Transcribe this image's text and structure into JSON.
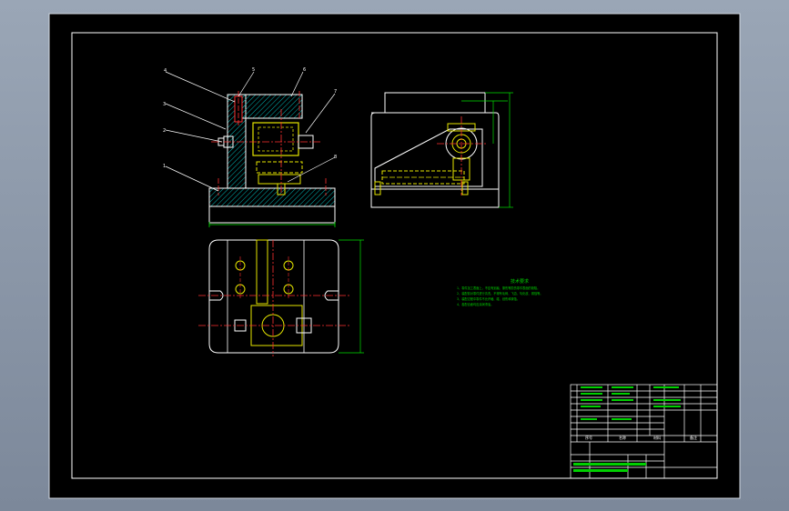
{
  "colors": {
    "background": "#000000",
    "frame": "#ffffff",
    "outline": "#ffffff",
    "hatch": "#00b4b4",
    "part": "#e6e600",
    "center": "#ff3030",
    "dimension": "#00e000",
    "notes": "#00d000"
  },
  "drawing": {
    "balloons": [
      "4",
      "5",
      "6",
      "3",
      "2",
      "1",
      "7",
      "8"
    ],
    "notes": {
      "title": "技术要求",
      "lines": [
        "1、零件加工表面上，不应有划痕、擦伤等损伤零件表面的缺陷。",
        "2、装配前对零件进行清洗，不得有毛刺、飞边、氧化皮、锈蚀等。",
        "3、装配过程中零件不允许磕、碰、划伤和锈蚀。",
        "4、各配合面均应涂润滑油。"
      ]
    },
    "title_block": {
      "name_cells": [
        "序号",
        "名称",
        "材料",
        "备注"
      ]
    }
  }
}
